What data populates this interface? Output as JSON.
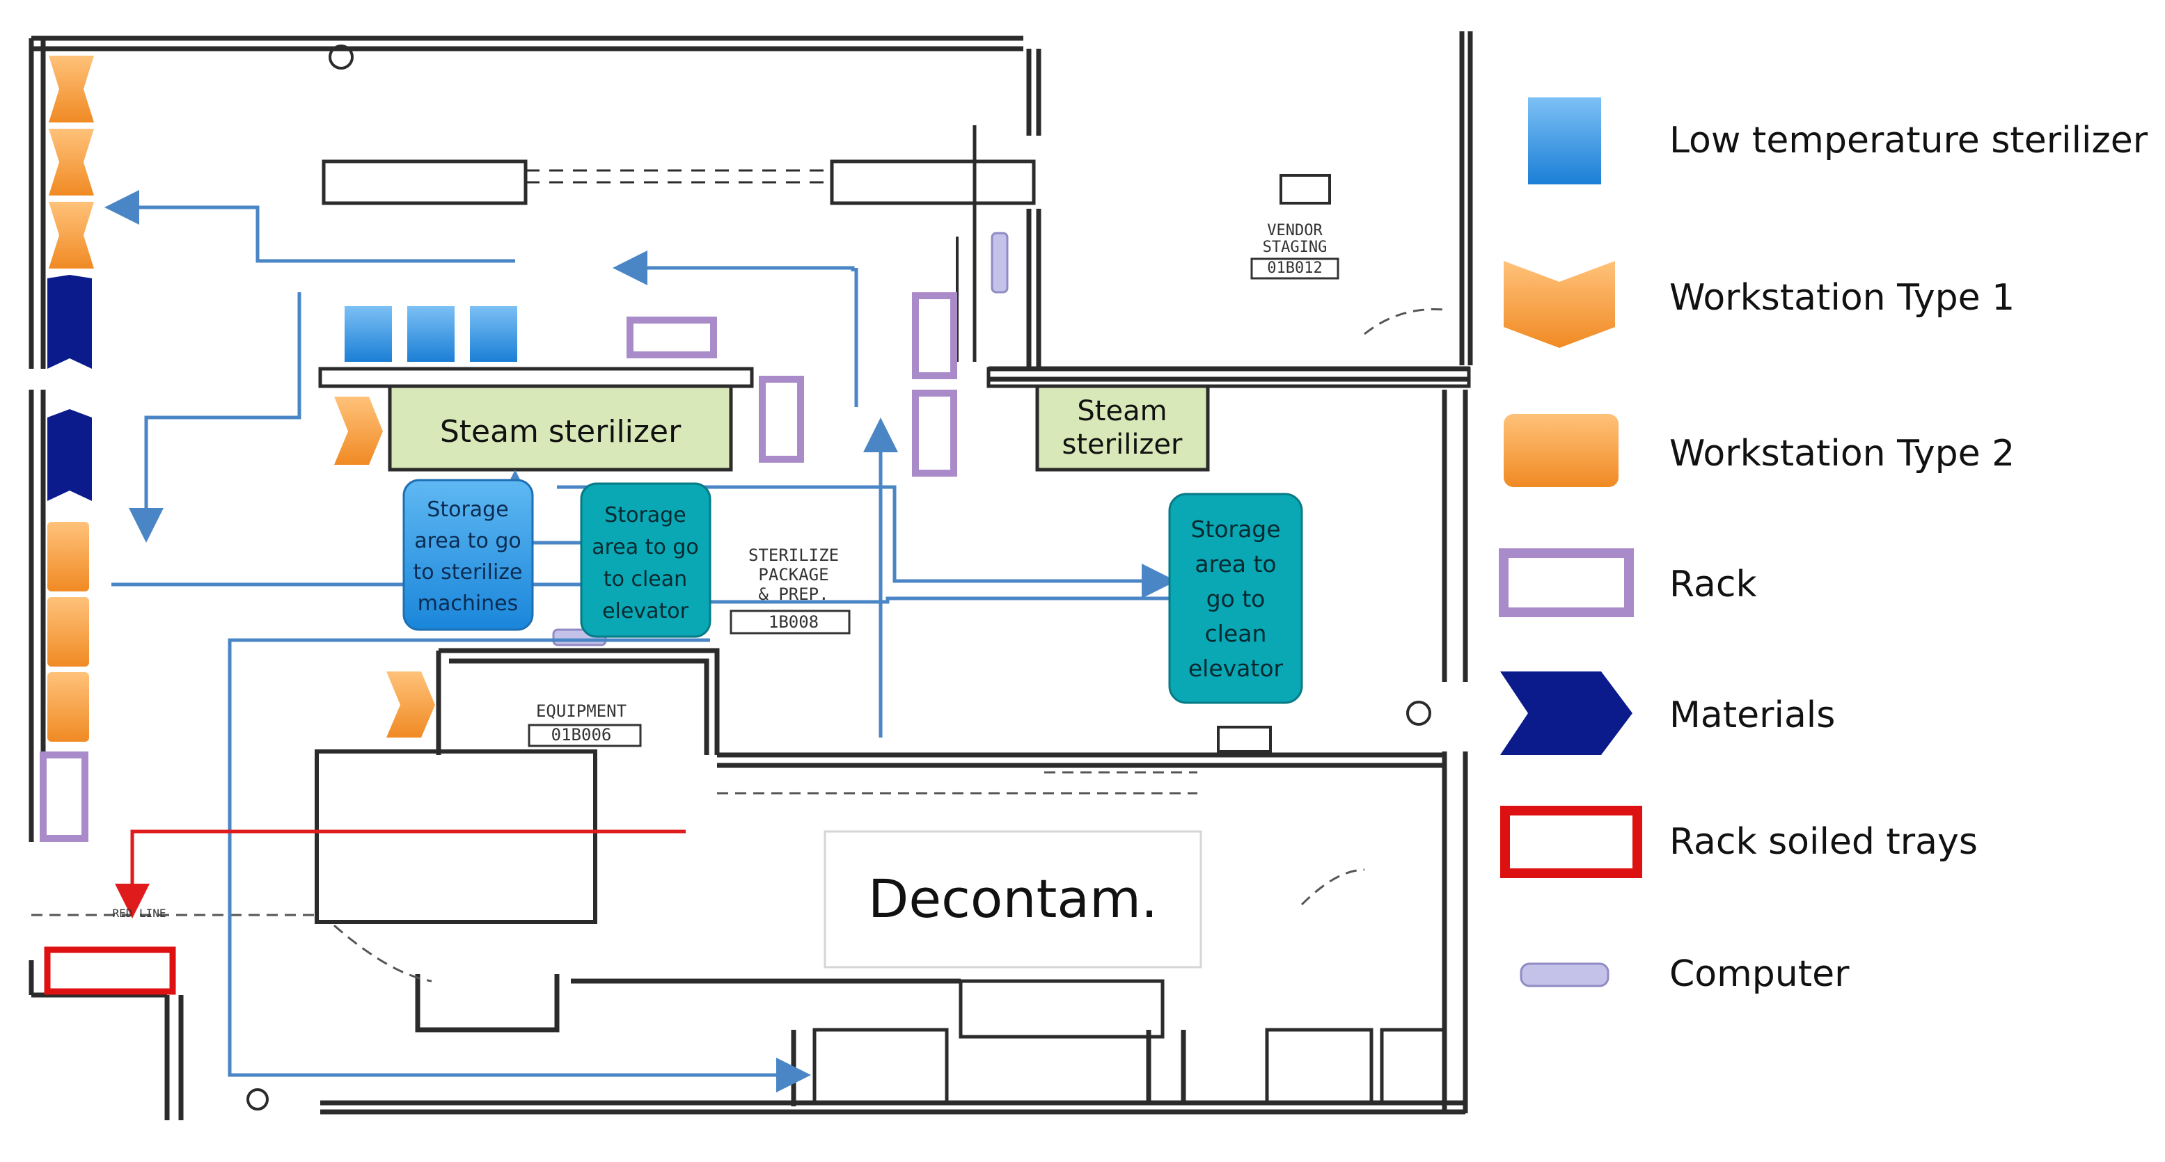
{
  "plan": {
    "zones": {
      "steam_sterilizer_main": "Steam sterilizer",
      "steam_sterilizer_small_line1": "Steam",
      "steam_sterilizer_small_line2": "sterilizer",
      "decontam": "Decontam."
    },
    "storage_areas": {
      "sterilize": [
        "Storage",
        "area to go",
        "to sterilize",
        "machines"
      ],
      "clean_elevator_a": [
        "Storage",
        "area to go",
        "to clean",
        "elevator"
      ],
      "clean_elevator_b": [
        "Storage",
        "area to",
        "go to",
        "clean",
        "elevator"
      ]
    },
    "room_labels": {
      "vendor_staging": [
        "VENDOR",
        "STAGING",
        "01B012"
      ],
      "sterilize_package": [
        "STERILIZE",
        "PACKAGE",
        "& PREP.",
        "1B008"
      ],
      "equipment": [
        "EQUIPMENT",
        "01B006"
      ],
      "red_line": "RED LINE"
    }
  },
  "legend": {
    "items": [
      {
        "label": "Low temperature sterilizer",
        "icon": "low-temp-sterilizer-icon",
        "color": "#3d9be9"
      },
      {
        "label": "Workstation Type 1",
        "icon": "workstation-type1-icon",
        "color": "#f79a3a"
      },
      {
        "label": "Workstation Type 2",
        "icon": "workstation-type2-icon",
        "color": "#f9a44f"
      },
      {
        "label": "Rack",
        "icon": "rack-icon",
        "color": "#a98bc9"
      },
      {
        "label": "Materials",
        "icon": "materials-icon",
        "color": "#0b1b8c"
      },
      {
        "label": "Rack soiled trays",
        "icon": "rack-soiled-icon",
        "color": "#dd1111"
      },
      {
        "label": "Computer",
        "icon": "computer-icon",
        "color": "#c4c2e8"
      }
    ]
  },
  "colors": {
    "flow_arrow": "#4a86c6",
    "soiled_arrow": "#e01b1b",
    "steam_fill": "#d8e8b8",
    "storage_blue": "#2aa0e6",
    "storage_teal": "#0aa7b5",
    "wall": "#2b2b2b"
  }
}
